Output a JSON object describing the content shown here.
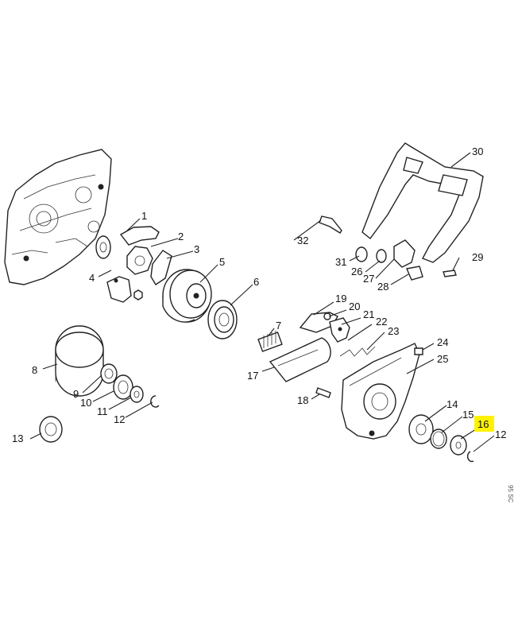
{
  "callouts": {
    "c1": "1",
    "c2": "2",
    "c3": "3",
    "c4": "4",
    "c5": "5",
    "c6": "6",
    "c7": "7",
    "c8": "8",
    "c9": "9",
    "c10": "10",
    "c11": "11",
    "c12a": "12",
    "c12b": "12",
    "c13": "13",
    "c14": "14",
    "c15": "15",
    "c16": "16",
    "c17": "17",
    "c18": "18",
    "c19": "19",
    "c20": "20",
    "c21": "21",
    "c22": "22",
    "c23": "23",
    "c24": "24",
    "c25": "25",
    "c26": "26",
    "c27": "27",
    "c28": "28",
    "c29": "29",
    "c30": "30",
    "c31": "31",
    "c32": "32"
  },
  "highlight": {
    "callout": "16",
    "color": "#fff200"
  },
  "side_code": "95 SC"
}
